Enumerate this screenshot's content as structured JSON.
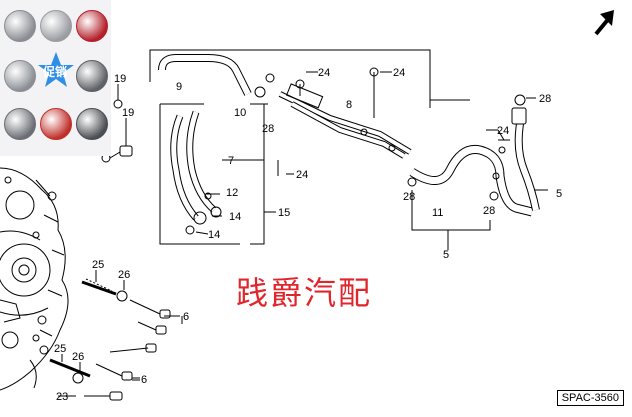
{
  "diagram": {
    "code": "SPAC-3560",
    "watermark": "践爵汽配",
    "promo_badge": "促销",
    "callouts": [
      {
        "id": "c5a",
        "text": "5"
      },
      {
        "id": "c5b",
        "text": "5"
      },
      {
        "id": "c6a",
        "text": "6"
      },
      {
        "id": "c6b",
        "text": "6"
      },
      {
        "id": "c7",
        "text": "7"
      },
      {
        "id": "c8",
        "text": "8"
      },
      {
        "id": "c9",
        "text": "9"
      },
      {
        "id": "c10",
        "text": "10"
      },
      {
        "id": "c11",
        "text": "11"
      },
      {
        "id": "c12",
        "text": "12"
      },
      {
        "id": "c14a",
        "text": "14"
      },
      {
        "id": "c14b",
        "text": "14"
      },
      {
        "id": "c15",
        "text": "15"
      },
      {
        "id": "c19a",
        "text": "19"
      },
      {
        "id": "c19b",
        "text": "19"
      },
      {
        "id": "c23",
        "text": "23"
      },
      {
        "id": "c24a",
        "text": "24"
      },
      {
        "id": "c24b",
        "text": "24"
      },
      {
        "id": "c24c",
        "text": "24"
      },
      {
        "id": "c24d",
        "text": "24"
      },
      {
        "id": "c25a",
        "text": "25"
      },
      {
        "id": "c25b",
        "text": "25"
      },
      {
        "id": "c26a",
        "text": "26"
      },
      {
        "id": "c26b",
        "text": "26"
      },
      {
        "id": "c28a",
        "text": "28"
      },
      {
        "id": "c28b",
        "text": "28"
      },
      {
        "id": "c28c",
        "text": "28"
      },
      {
        "id": "c28d",
        "text": "28"
      }
    ]
  },
  "logos": [
    {
      "name": "honda-logo",
      "color": "#8a8d93"
    },
    {
      "name": "toyota-logo",
      "color": "#9a9ca1"
    },
    {
      "name": "fiat-logo",
      "color": "#b3202a"
    },
    {
      "name": "mazda-logo",
      "color": "#8b8f95"
    },
    {
      "name": "promo-star",
      "color": "#2f8fe6"
    },
    {
      "name": "lincoln-logo",
      "color": "#5e6167"
    },
    {
      "name": "nissan-logo",
      "color": "#6b6e74"
    },
    {
      "name": "peugeot-logo",
      "color": "#c0302b"
    },
    {
      "name": "swirl-logo",
      "color": "#4b4e54"
    }
  ],
  "colors": {
    "line": "#000000",
    "watermark": "#e0262c",
    "logo_panel": "#f3f3f5"
  }
}
